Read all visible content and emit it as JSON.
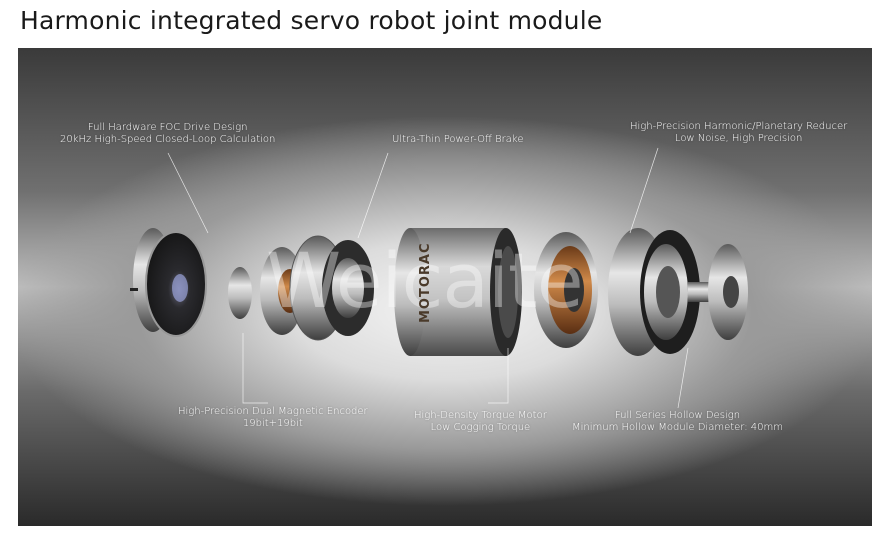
{
  "page": {
    "title": "Harmonic integrated servo robot joint module"
  },
  "callouts": {
    "drive": {
      "line1": "Full Hardware FOC Drive Design",
      "line2": "20kHz High-Speed Closed-Loop Calculation"
    },
    "brake": {
      "line1": "Ultra-Thin Power-Off Brake"
    },
    "reducer": {
      "line1": "High-Precision Harmonic/Planetary Reducer",
      "line2": "Low Noise, High Precision"
    },
    "encoder": {
      "line1": "High-Precision Dual Magnetic Encoder",
      "line2": "19bit+19bit"
    },
    "motor": {
      "line1": "High-Density Torque Motor",
      "line2": "Low Cogging Torque"
    },
    "hollow": {
      "line1": "Full Series Hollow Design",
      "line2": "Minimum Hollow Module Diameter: 40mm"
    }
  },
  "watermark": {
    "text": "Weicaite"
  },
  "housing": {
    "brand": "MOTORAC"
  },
  "colors": {
    "title": "#1a1a1a",
    "callout_text": "#ffffff",
    "copper": "#b8743a"
  }
}
